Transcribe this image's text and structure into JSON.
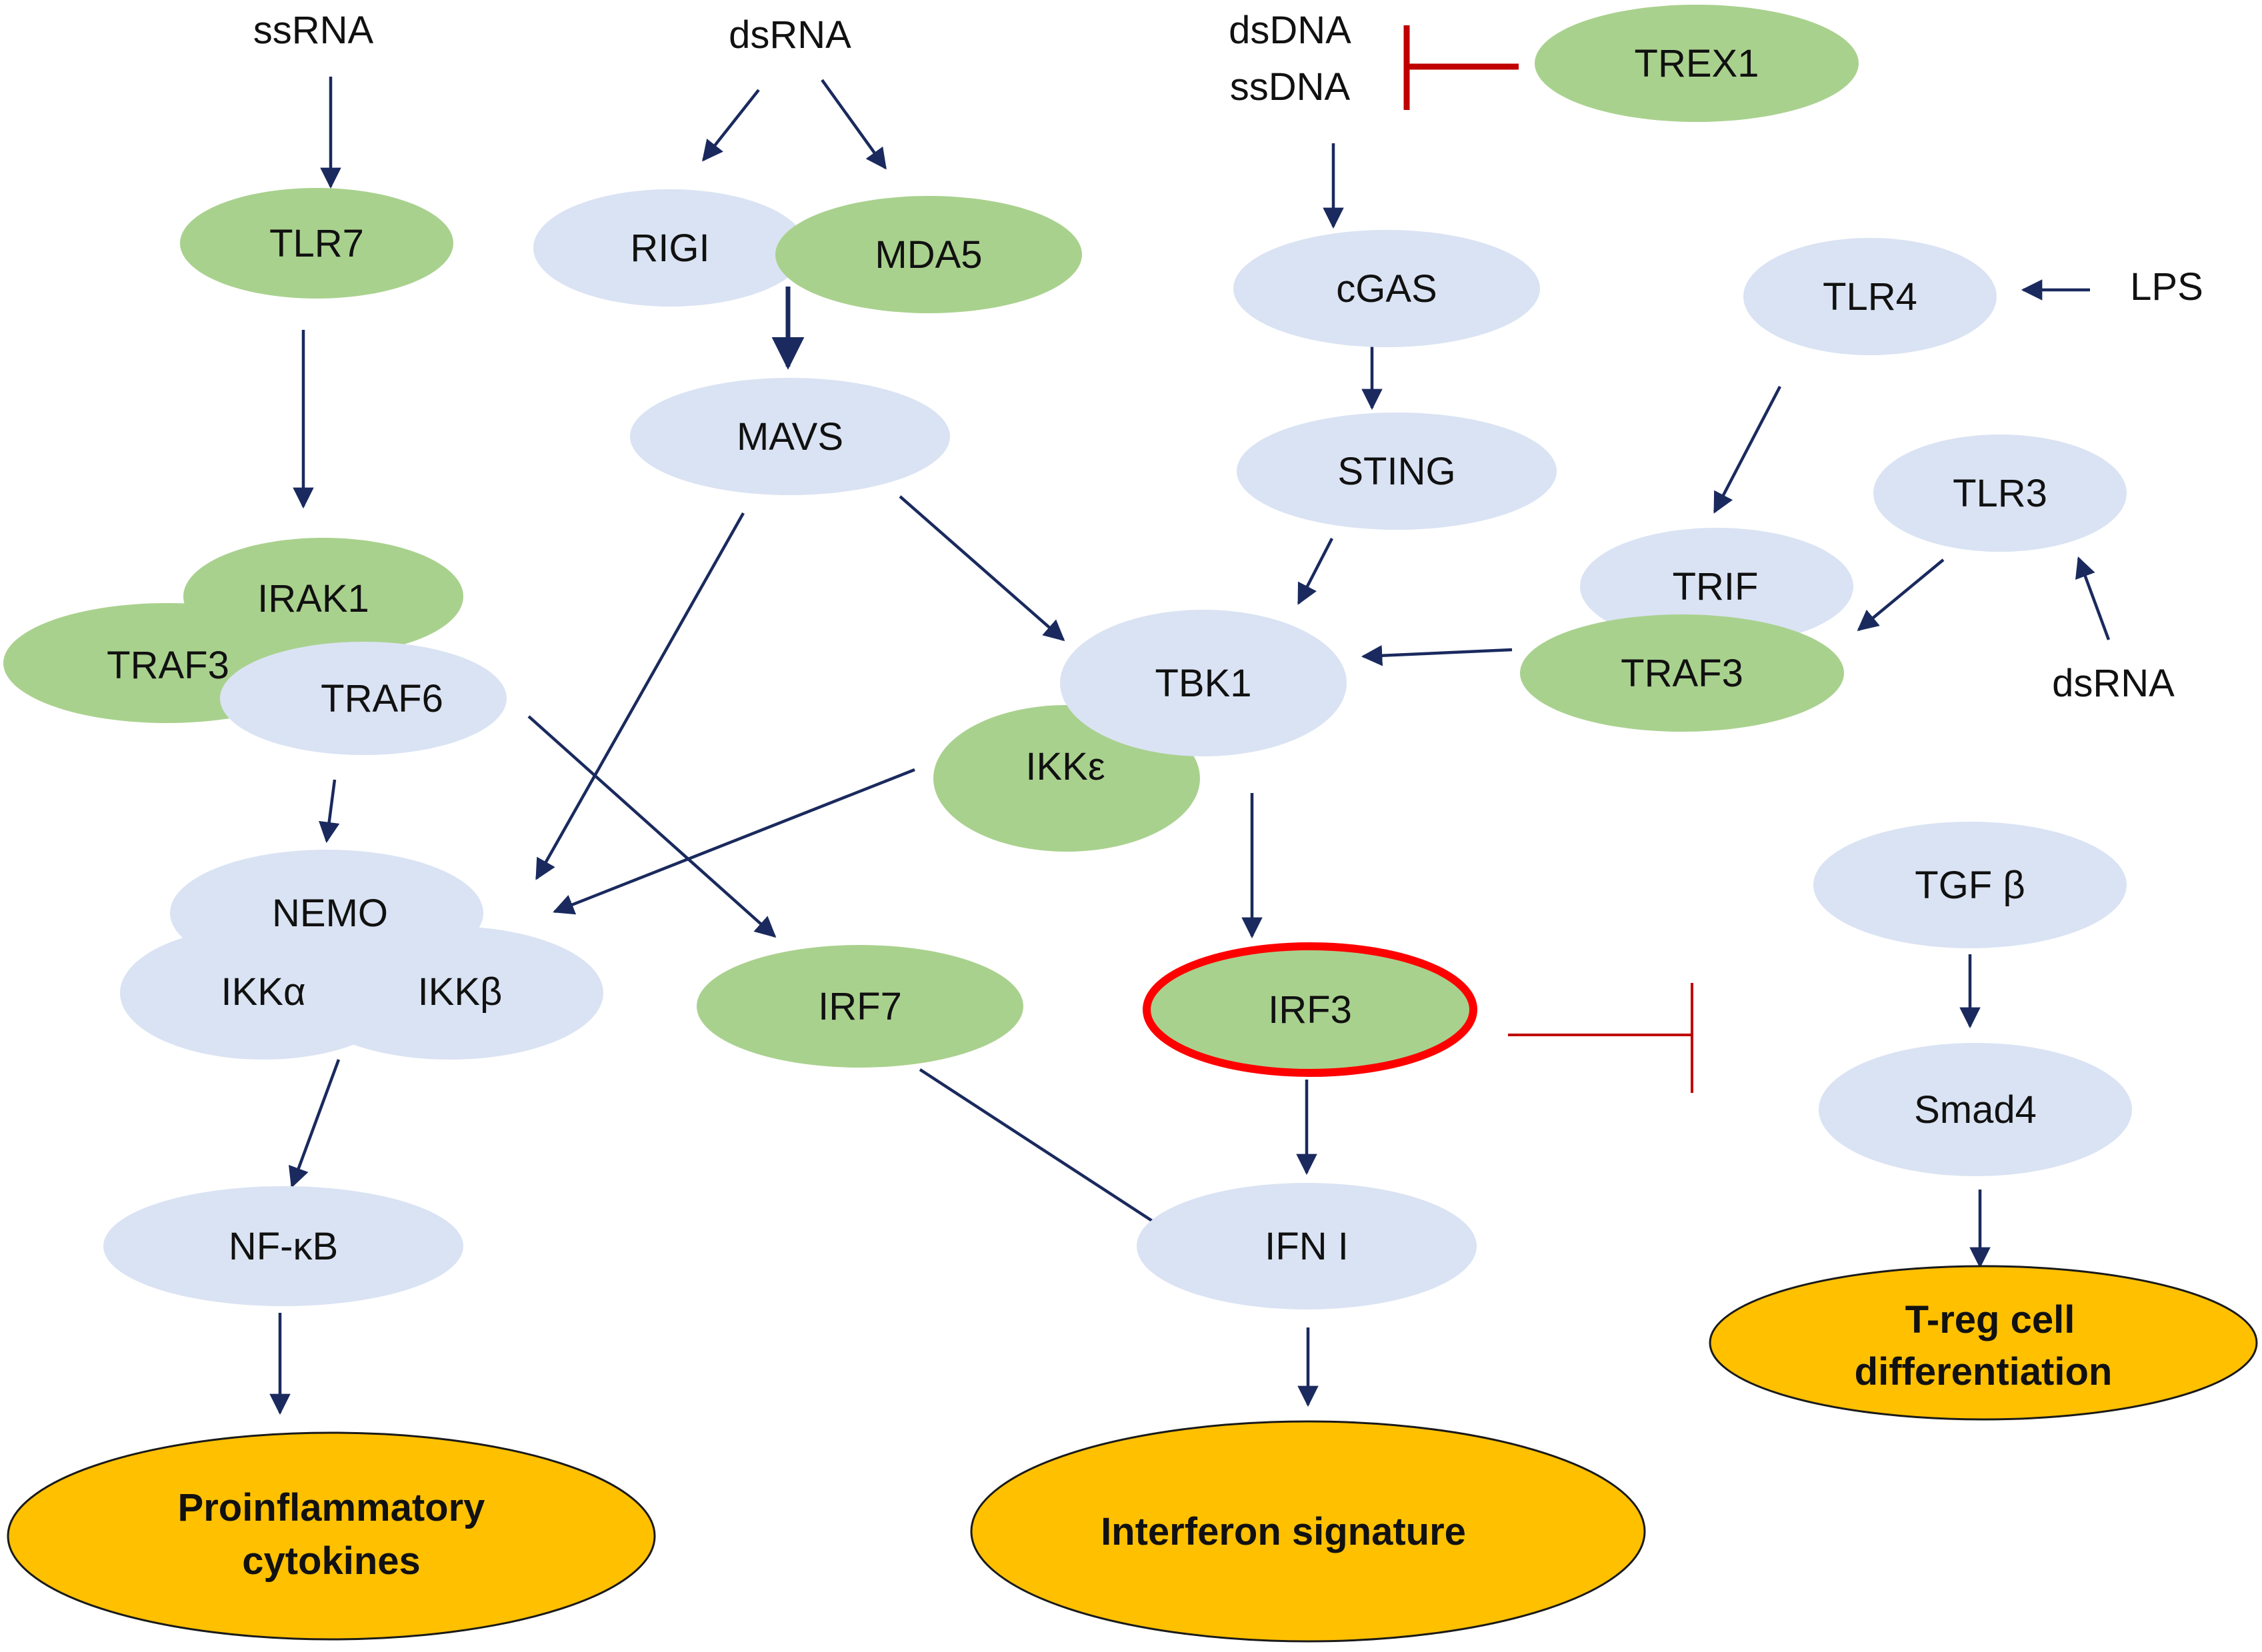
{
  "colors": {
    "protein_blue": "#dae3f3",
    "protein_green": "#a9d18e",
    "outcome_gold": "#ffc000",
    "arrow": "#1a2a5e",
    "inhibition_red": "#c00000",
    "highlight_red": "#ff0000"
  },
  "inputs": {
    "ssrna": "ssRNA",
    "dsrna_top": "dsRNA",
    "dsdna": "dsDNA",
    "ssdna": "ssDNA",
    "lps": "LPS",
    "dsrna_right": "dsRNA"
  },
  "nodes": {
    "tlr7": "TLR7",
    "rigi": "RIGI",
    "mda5": "MDA5",
    "trex1": "TREX1",
    "cgas": "cGAS",
    "tlr4": "TLR4",
    "mavs": "MAVS",
    "sting": "STING",
    "tlr3": "TLR3",
    "irak1": "IRAK1",
    "traf3_left": "TRAF3",
    "traf6": "TRAF6",
    "trif": "TRIF",
    "traf3_right": "TRAF3",
    "tbk1": "TBK1",
    "ikke": "IKKε",
    "nemo": "NEMO",
    "ikka": "IKKα",
    "ikkb": "IKKβ",
    "irf7": "IRF7",
    "irf3": "IRF3",
    "tgfb": "TGF β",
    "smad4": "Smad4",
    "nfkb": "NF-κB",
    "ifn1": "IFN I"
  },
  "outcomes": {
    "proinflammatory_line1": "Proinflammatory",
    "proinflammatory_line2": "cytokines",
    "interferon": "Interferon signature",
    "treg_line1": "T-reg cell",
    "treg_line2": "differentiation"
  }
}
